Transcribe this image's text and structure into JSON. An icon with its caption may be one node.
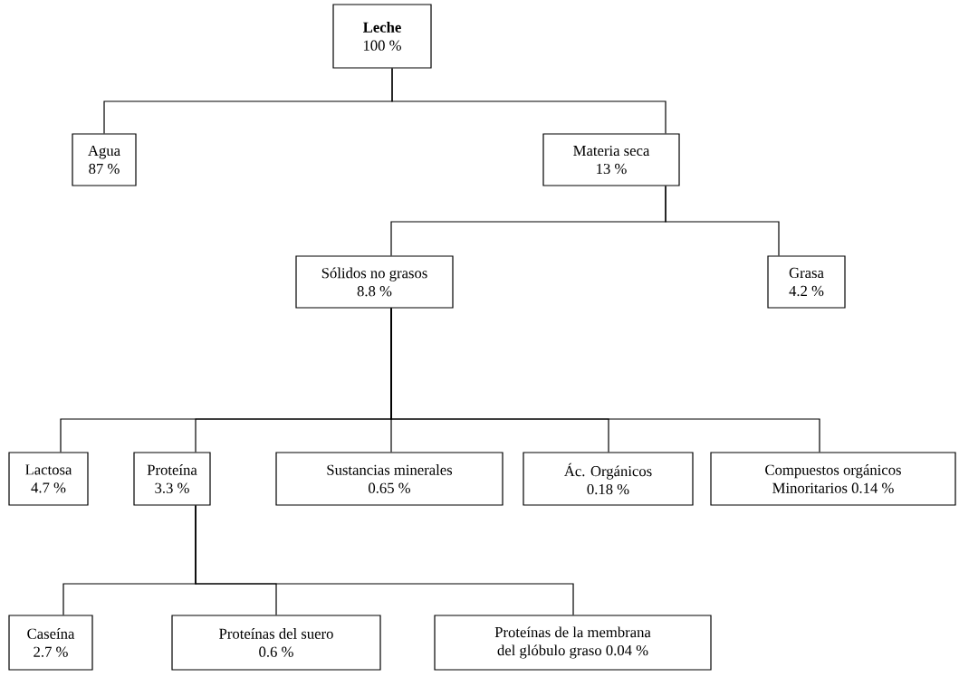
{
  "diagram": {
    "nodes": [
      {
        "text": [
          "Leche",
          "100 %"
        ]
      },
      {
        "text": [
          "Agua",
          "87 %"
        ]
      },
      {
        "text": [
          "Materia seca",
          "13 %"
        ]
      },
      {
        "text": [
          "Sólidos no grasos",
          "8.8 %"
        ]
      },
      {
        "text": [
          "Grasa",
          "4.2 %"
        ]
      },
      {
        "text": [
          "Lactosa",
          "4.7 %"
        ]
      },
      {
        "text": [
          "Proteína",
          "3.3 %"
        ]
      },
      {
        "text": [
          "Sustancias minerales",
          "0.65 %"
        ]
      },
      {
        "text": [
          "Ác. Orgánicos",
          "0.18 %"
        ]
      },
      {
        "text": [
          "Compuestos orgánicos",
          "Minoritarios 0.14 %"
        ]
      },
      {
        "text": [
          "Caseína",
          "2.7 %"
        ]
      },
      {
        "text": [
          "Proteínas del suero",
          "0.6 %"
        ]
      },
      {
        "text": [
          "Proteínas de la membrana",
          "del glóbulo graso 0.04 %"
        ]
      }
    ],
    "edges": [
      {
        "from": 0,
        "to": 1,
        "arrow": "none"
      },
      {
        "from": 0,
        "to": 2,
        "arrow": "none"
      },
      {
        "from": 2,
        "to": 3,
        "arrow": "none"
      },
      {
        "from": 2,
        "to": 4,
        "arrow": "none"
      },
      {
        "from": 3,
        "to": 5,
        "arrow": "none"
      },
      {
        "from": 3,
        "to": 6,
        "arrow": "none"
      },
      {
        "from": 3,
        "to": 7,
        "arrow": "none"
      },
      {
        "from": 3,
        "to": 8,
        "arrow": "none"
      },
      {
        "from": 3,
        "to": 9,
        "arrow": "none"
      },
      {
        "from": 6,
        "to": 10,
        "arrow": "none"
      },
      {
        "from": 6,
        "to": 11,
        "arrow": "none"
      },
      {
        "from": 6,
        "to": 12,
        "arrow": "none"
      }
    ]
  }
}
